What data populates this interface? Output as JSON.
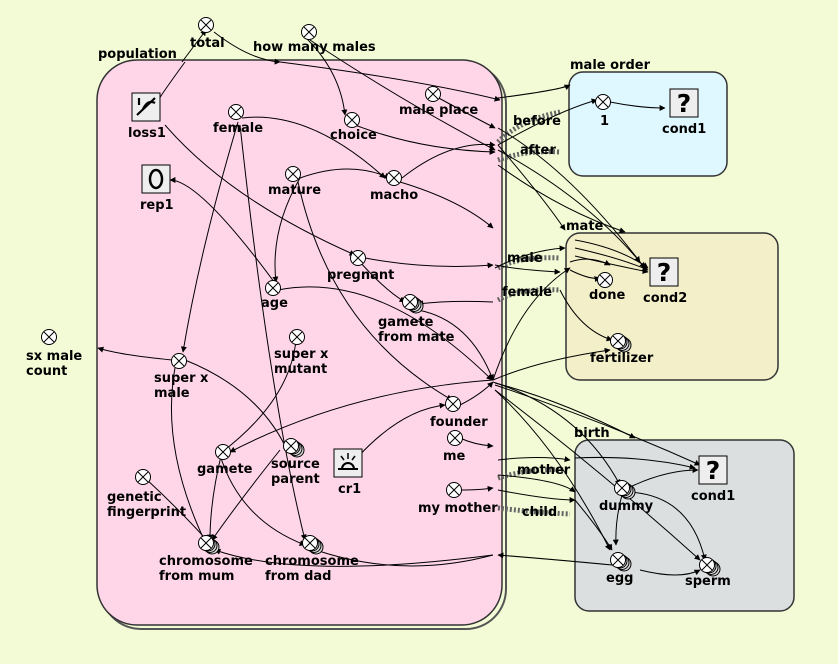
{
  "colors": {
    "background": "#f2fbd6",
    "population_box": "#ffd6e7",
    "male_order_box": "#dff7ff",
    "mate_box": "#f3efc9",
    "birth_box": "#dcdfe0"
  },
  "modules": {
    "population": "population",
    "male_order": "male order",
    "mate": "mate",
    "birth": "birth"
  },
  "nodes": {
    "total": "total",
    "how_many_males": "how many males",
    "female": "female",
    "choice": "choice",
    "male_place": "male place",
    "loss1": "loss1",
    "rep1": "rep1",
    "mature": "mature",
    "macho": "macho",
    "pregnant": "pregnant",
    "age": "age",
    "gamete_from_mate": [
      "gamete",
      "from mate"
    ],
    "sx_male_count": [
      "sx male",
      "count"
    ],
    "super_x_male": [
      "super x",
      "male"
    ],
    "super_x_mutant": [
      "super x",
      "mutant"
    ],
    "founder": "founder",
    "me": "me",
    "gamete": "gamete",
    "source_parent": [
      "source",
      "parent"
    ],
    "cr1": "cr1",
    "genetic_fingerprint": [
      "genetic",
      "fingerprint"
    ],
    "my_mother": "my mother",
    "chromosome_from_mum": [
      "chromosome",
      "from mum"
    ],
    "chromosome_from_dad": [
      "chromosome",
      "from dad"
    ],
    "one": "1",
    "cond1_a": "cond1",
    "done": "done",
    "cond2": "cond2",
    "fertilizer": "fertilizer",
    "dummy": "dummy",
    "cond1_b": "cond1",
    "egg": "egg",
    "sperm": "sperm"
  },
  "ports": {
    "before": "before",
    "after": "after",
    "male": "male",
    "female": "female",
    "mother": "mother",
    "child": "child"
  },
  "icons": [
    "converter-icon",
    "stock-icon",
    "conditional-icon",
    "loss-icon",
    "reproduce-icon",
    "create-icon"
  ]
}
